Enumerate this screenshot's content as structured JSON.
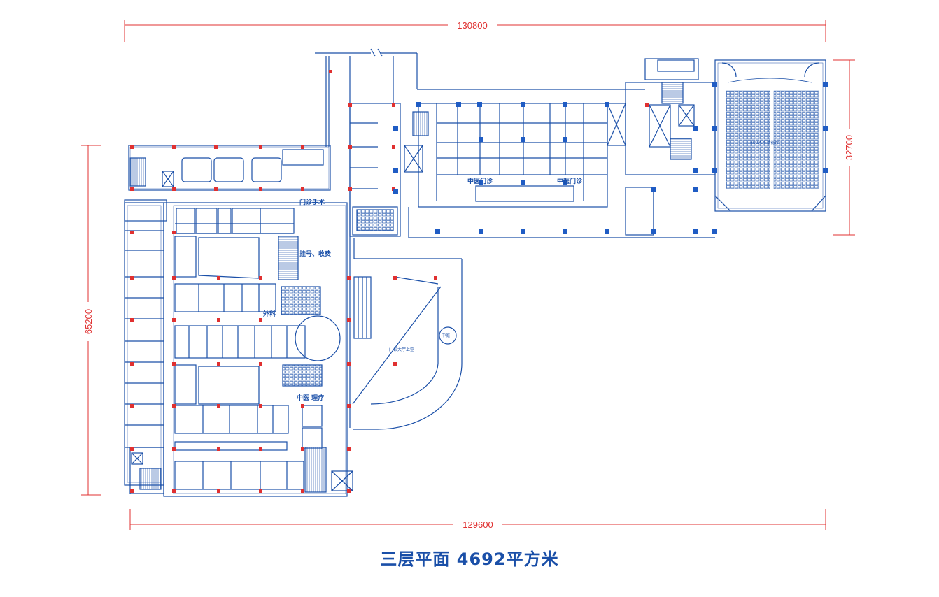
{
  "dimensions": {
    "top": "130800",
    "bottom": "129600",
    "left": "65200",
    "right": "32700"
  },
  "caption": "三层平面 4692平方米",
  "labels": {
    "outpatient_surgery": "门诊手术",
    "chinese_medicine_clinic": "中医门诊",
    "surgery": "外科",
    "registration": "挂号、收费",
    "central_lounge": "中医 理疗",
    "hall_upper": "门诊大厅上空",
    "theater": "600人多功能厅",
    "atrium": "中庭"
  },
  "colors": {
    "line": "#1a4fa8",
    "column": "#e03030",
    "column_blue": "#1f5cc4",
    "dimension": "#e03030"
  }
}
